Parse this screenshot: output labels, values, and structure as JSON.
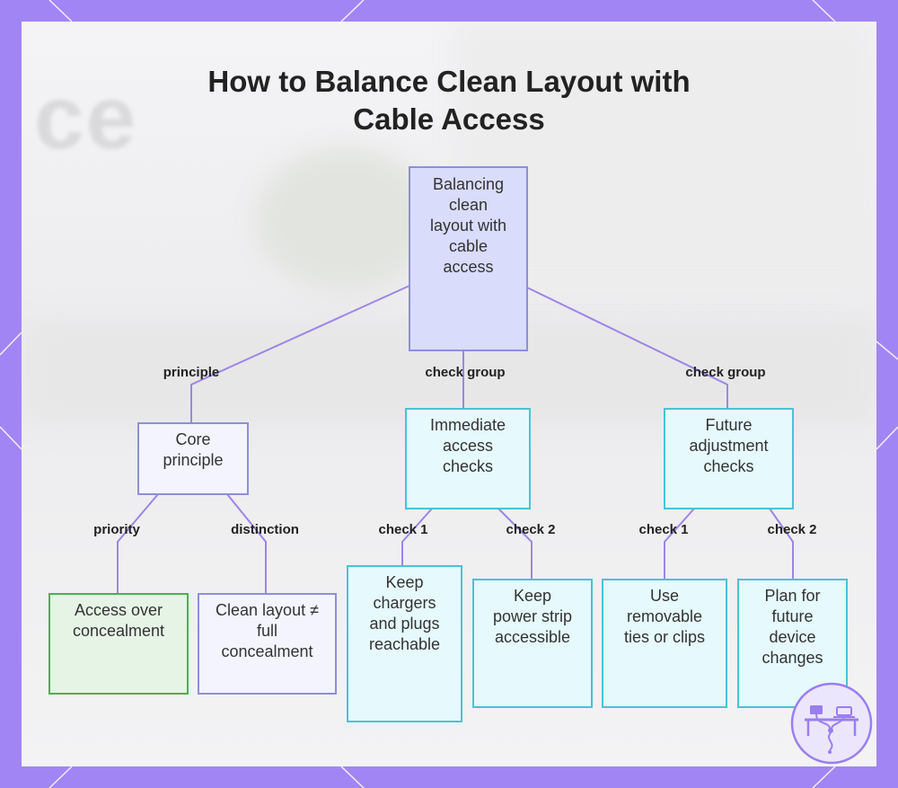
{
  "title": "How to Balance Clean Layout with Cable Access",
  "title_lines": [
    "How to Balance Clean Layout with",
    "Cable Access"
  ],
  "colors": {
    "frame": "#a285f5",
    "edge": "#9d85e6",
    "root_fill": "#d9dcfb",
    "lavender_border": "#8d8fd8",
    "cyan_border": "#46c4d6",
    "green_border": "#4caf50"
  },
  "nodes": {
    "root": "Balancing clean layout with cable access",
    "core": "Core principle",
    "immediate": "Immediate access checks",
    "future": "Future adjustment checks",
    "access": "Access over concealment",
    "clean": "Clean layout ≠ full concealment",
    "chargers": "Keep chargers and plugs reachable",
    "power": "Keep power strip accessible",
    "ties": "Use removable ties or clips",
    "plan": "Plan for future device changes"
  },
  "edges": {
    "principle": "principle",
    "check_group_1": "check group",
    "check_group_2": "check group",
    "priority": "priority",
    "distinction": "distinction",
    "check1_a": "check 1",
    "check2_a": "check 2",
    "check1_b": "check 1",
    "check2_b": "check 2"
  },
  "background_text": "ce",
  "logo_icon": "desk-cable-icon"
}
